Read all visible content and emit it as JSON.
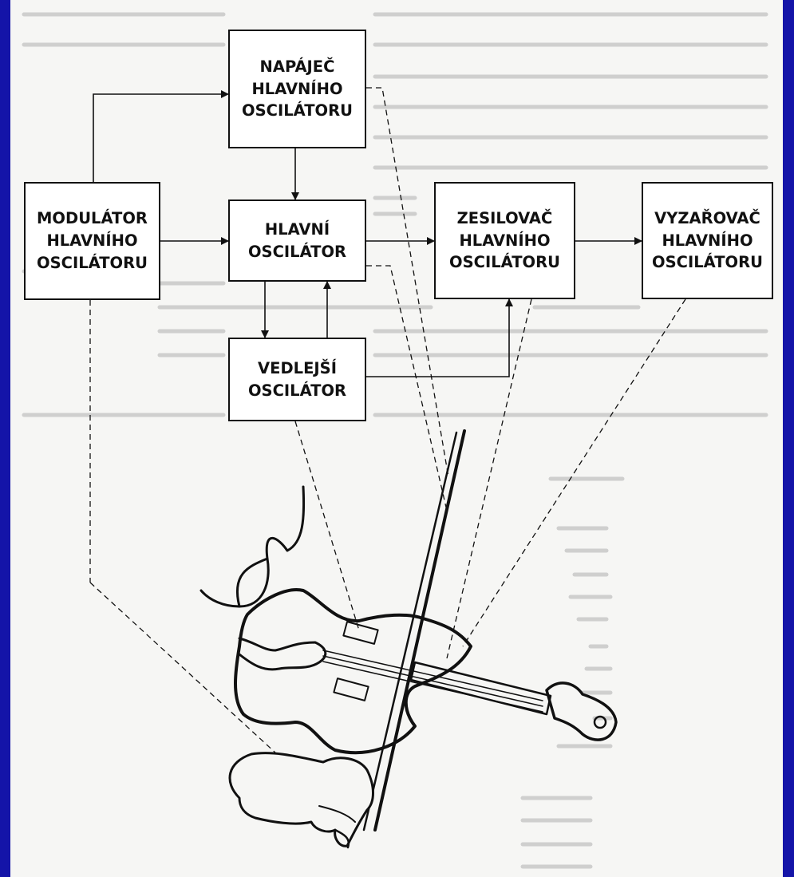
{
  "diagram": {
    "boxes": {
      "napajec": "NAPÁJEČ\nHLAVNÍHO\nOSCILÁTORU",
      "modulator": "MODULÁTOR\nHLAVNÍHO\nOSCILÁTORU",
      "hlavni": "HLAVNÍ\nOSCILÁTOR",
      "zesilovac": "ZESILOVAČ\nHLAVNÍHO\nOSCILÁTORU",
      "vyzarovac": "VYZAŘOVAČ\nHLAVNÍHO\nOSCILÁTORU",
      "vedlejsi": "VEDLEJŠÍ\nOSCILÁTOR"
    },
    "colors": {
      "frame": "#1414a8",
      "paper": "#f6f6f4",
      "ink": "#111111",
      "background_text": "#b8b8b8"
    }
  }
}
